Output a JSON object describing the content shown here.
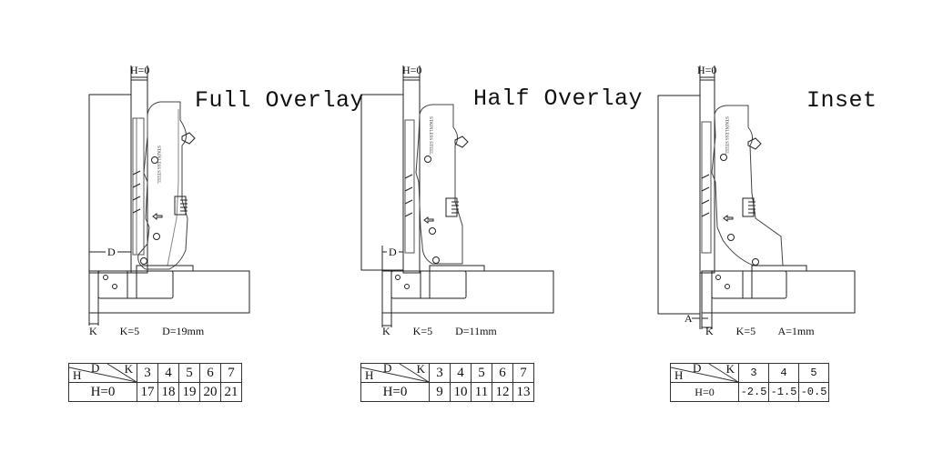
{
  "panels": [
    {
      "id": "full-overlay",
      "title": "Full Overlay",
      "h_label": "H=0",
      "d_label": "D",
      "k_label": "K",
      "caption": {
        "k": "K=5",
        "value": "D=19mm"
      },
      "table": {
        "corner": {
          "h": "H",
          "d": "D",
          "k": "K"
        },
        "k_values": [
          "3",
          "4",
          "5",
          "6",
          "7"
        ],
        "row_label": "H=0",
        "d_values": [
          "17",
          "18",
          "19",
          "20",
          "21"
        ]
      }
    },
    {
      "id": "half-overlay",
      "title": "Half Overlay",
      "h_label": "H=0",
      "d_label": "D",
      "k_label": "K",
      "caption": {
        "k": "K=5",
        "value": "D=11mm"
      },
      "table": {
        "corner": {
          "h": "H",
          "d": "D",
          "k": "K"
        },
        "k_values": [
          "3",
          "4",
          "5",
          "6",
          "7"
        ],
        "row_label": "H=0",
        "d_values": [
          "9",
          "10",
          "11",
          "12",
          "13"
        ]
      }
    },
    {
      "id": "inset",
      "title": "Inset",
      "h_label": "H=0",
      "a_label": "A",
      "k_label": "K",
      "caption": {
        "k": "K=5",
        "value": "A=1mm"
      },
      "table": {
        "corner": {
          "h": "H",
          "d": "D",
          "k": "K"
        },
        "k_values": [
          "3",
          "4",
          "5"
        ],
        "row_label": "H=0",
        "d_values": [
          "-2.5",
          "-1.5",
          "-0.5"
        ]
      }
    }
  ],
  "hinge_stamp": "STAINLESS STEEL",
  "colors": {
    "line": "#222222",
    "light_line": "#777777",
    "background": "#ffffff"
  }
}
